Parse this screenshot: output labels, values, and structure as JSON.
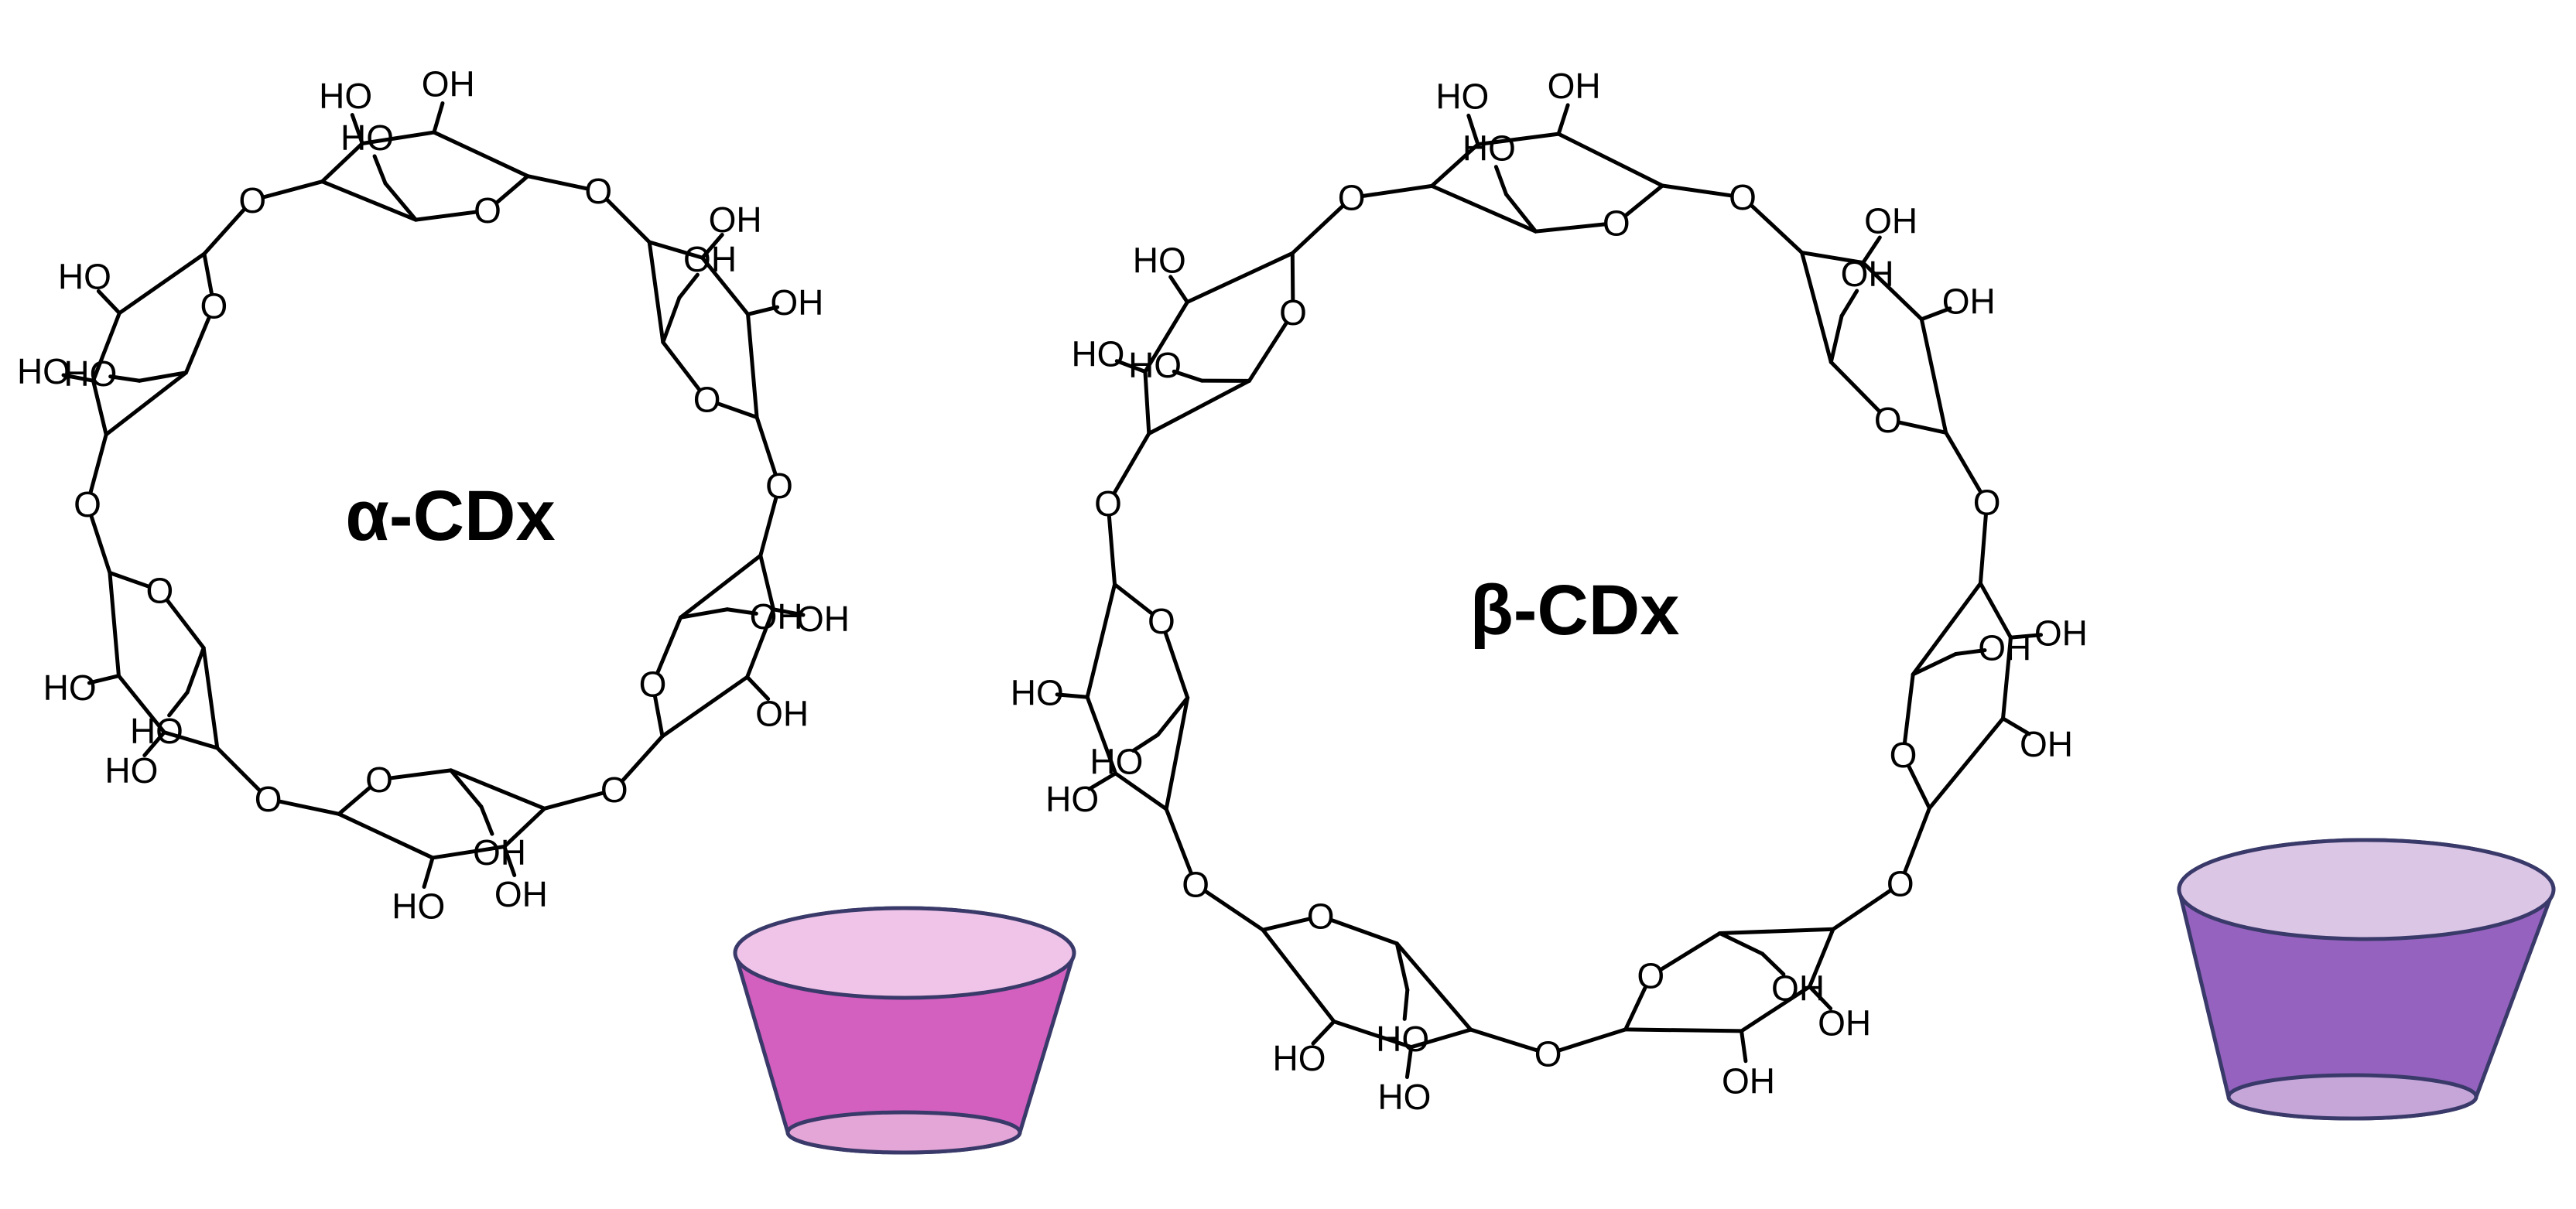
{
  "molecules": [
    {
      "name": "α-CDx",
      "units": 6,
      "atom_labels": {
        "hydroxyl": "OH",
        "hydroxyl_left": "HO",
        "ring_oxygen": "O"
      },
      "cup_colors": {
        "body": "#d35fbf",
        "rim": "#f0c4e8",
        "bottom": "#e3a6d6",
        "edge": "#3a3a6a"
      }
    },
    {
      "name": "β-CDx",
      "units": 7,
      "atom_labels": {
        "hydroxyl": "OH",
        "hydroxyl_left": "HO",
        "ring_oxygen": "O"
      },
      "cup_colors": {
        "body": "#9563bf",
        "rim": "#dcc6e6",
        "bottom": "#c6a6d9",
        "edge": "#3a3a6a"
      }
    }
  ]
}
